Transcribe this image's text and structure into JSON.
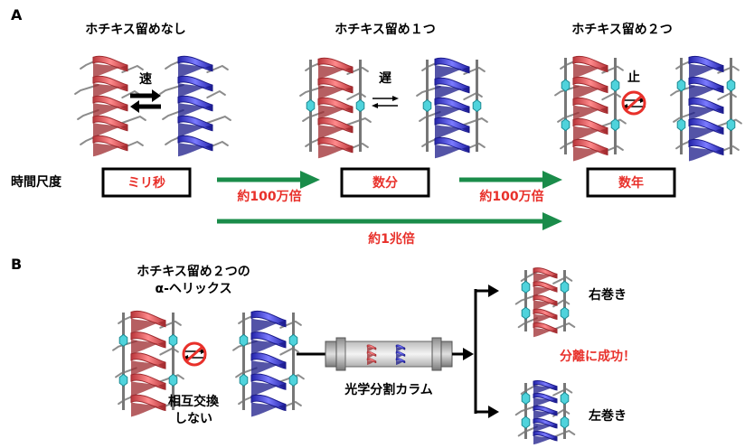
{
  "panel_a": {
    "letter": "A",
    "states": [
      {
        "title": "ホチキス留めなし",
        "rate": "速",
        "timescale": "ミリ秒"
      },
      {
        "title": "ホチキス留め１つ",
        "rate": "遅",
        "timescale": "数分"
      },
      {
        "title": "ホチキス留め２つ",
        "rate": "止",
        "timescale": "数年"
      }
    ],
    "timescale_label": "時間尺度",
    "factor_1": "約100万倍",
    "factor_2": "約100万倍",
    "factor_total": "約1兆倍"
  },
  "panel_b": {
    "letter": "B",
    "title_line1": "ホチキス留め２つの",
    "title_line2": "α-ヘリックス",
    "no_exchange_line1": "相互交換",
    "no_exchange_line2": "しない",
    "column_label": "光学分割カラム",
    "right_handed": "右巻き",
    "left_handed": "左巻き",
    "success": "分離に成功！"
  },
  "colors": {
    "red_helix": "#e8595c",
    "blue_helix": "#4646e0",
    "green_arrow": "#1a8c4a",
    "highlight_red": "#e8302a",
    "staple_cyan": "#4fd3dc"
  }
}
